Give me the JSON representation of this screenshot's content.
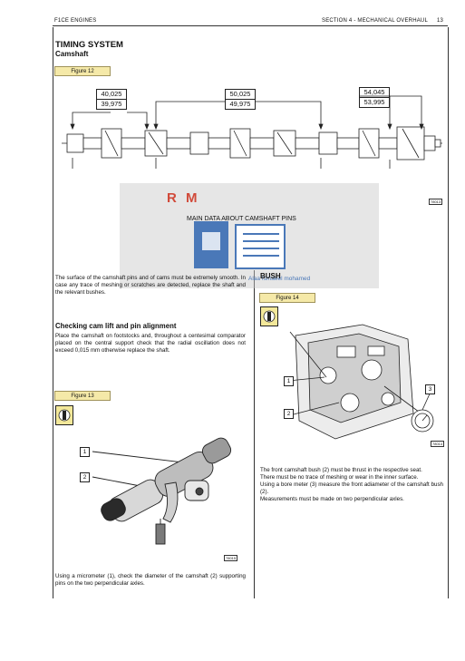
{
  "header": {
    "left": "F1CE ENGINES",
    "right": "SECTION 4 - MECHANICAL OVERHAUL",
    "page": "13"
  },
  "section": {
    "title": "TIMING SYSTEM",
    "subtitle": "Camshaft"
  },
  "figure12": {
    "label": "Figure 12",
    "dim_left": [
      "40,025",
      "39,975"
    ],
    "dim_mid": [
      "50,025",
      "49,975"
    ],
    "dim_right": [
      "54,045",
      "53,995"
    ],
    "code": "78013",
    "caption": "MAIN DATA ABOUT CAMSHAFT PINS"
  },
  "watermark": {
    "letters": "R M",
    "tag": "Alaa Ismaeel mohamed"
  },
  "left_text": {
    "p1": "The surface of the camshaft pins and of cams must be extremely smooth. In case any trace of meshing or scratches are detected, replace the shaft and the relevant bushes.",
    "heading": "Checking cam lift and pin alignment",
    "p2": "Place the camshaft on footstocks and, throughout a centesimal comparator placed on the central support check that the radial oscillation does not exceed 0,015 mm otherwise replace the shaft."
  },
  "figure13": {
    "label": "Figure 13",
    "code": "78015",
    "callouts": [
      "1",
      "2"
    ],
    "caption": "Using a micrometer (1), check the diameter of the camshaft (2) supporting pins on the two perpendicular axles."
  },
  "bush": {
    "title": "BUSH",
    "fig_label": "Figure 14",
    "code": "78014",
    "callouts": [
      "1",
      "2",
      "3"
    ],
    "lines": [
      "The front camshaft bush (2) must be thrust in the respective seat.",
      "There must be no trace of meshing or wear in the inner surface.",
      "Using a bore meter (3) measure the front adiameter of the camshaft bush (2).",
      "Measurements must be made on two perpendicular axles."
    ]
  },
  "colors": {
    "figure_label_bg": "#f5e9a8",
    "watermark_red": "#d14a3a",
    "watermark_blue": "#4a78b8"
  }
}
